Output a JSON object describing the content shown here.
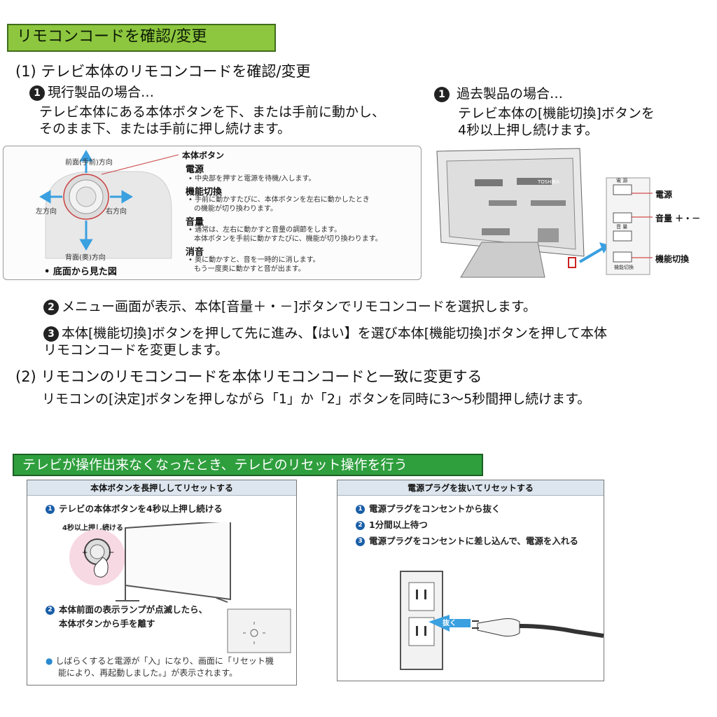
{
  "section1": {
    "header": "リモコンコードを確認/変更",
    "step1_title": "(1) テレビ本体のリモコンコードを確認/変更",
    "current": {
      "num": "1",
      "title": "現行製品の場合…",
      "line1": "テレビ本体にある本体ボタンを下、または手前に動かし、",
      "line2": "そのまま下、または手前に押し続けます。"
    },
    "past": {
      "num": "1",
      "title": "過去製品の場合…",
      "line1": "テレビ本体の[機能切換]ボタンを",
      "line2": "4秒以上押し続けます。"
    },
    "diagram_left": {
      "front": "前面(手前)方向",
      "left": "左方向",
      "right": "右方向",
      "back": "背面(奥)方向",
      "bottom_view": "• 底面から見た図",
      "main_button": "本体ボタン",
      "power_h": "電源",
      "power_d": "• 中央部を押すと電源を待機/入します。",
      "func_h": "機能切換",
      "func_d1": "• 手前に動かすたびに、本体ボタンを左右に動かしたとき",
      "func_d2": "の機能が切り換わります。",
      "vol_h": "音量",
      "vol_d1": "• 通常は、左右に動かすと音量の調節をします。",
      "vol_d2": "本体ボタンを手前に動かすたびに、機能が切り換わります。",
      "mute_h": "消音",
      "mute_d1": "• 奥に動かすと、音を一時的に消します。",
      "mute_d2": "もう一度奥に動かすと音が出ます。"
    },
    "diagram_right": {
      "brand": "TOSHIBA",
      "power": "電源",
      "volume": "音量 ＋・－",
      "func": "機能切換",
      "panel_power": "電 源",
      "panel_vol": "音 量",
      "panel_func": "機能切換"
    },
    "step2": {
      "num": "2",
      "text": "メニュー画面が表示、本体[音量＋・－]ボタンでリモコンコードを選択します。"
    },
    "step3": {
      "num": "3",
      "line1": "本体[機能切換]ボタンを押して先に進み、【はい】を選び本体[機能切換]ボタンを押して本体",
      "line2": "リモコンコードを変更します。"
    },
    "step4_title": "(2) リモコンのリモコンコードを本体リモコンコードと一致に変更する",
    "step4_text": "リモコンの[決定]ボタンを押しながら「1」か「2」ボタンを同時に3～5秒間押し続けます。"
  },
  "section2": {
    "header": "テレビが操作出来なくなったとき、テレビのリセット操作を行う",
    "left_box": {
      "title": "本体ボタンを長押ししてリセットする",
      "s1": "テレビの本体ボタンを4秒以上押し続ける",
      "hold_label": "4秒以上押し続ける",
      "s2a": "本体前面の表示ランプが点滅したら、",
      "s2b": "本体ボタンから手を離す",
      "note1": "しばらくすると電源が「入」になり、画面に「リセット機",
      "note2": "能により、再起動しました。」が表示されます。"
    },
    "right_box": {
      "title": "電源プラグを抜いてリセットする",
      "s1": "電源プラグをコンセントから抜く",
      "s2": "1分間以上待つ",
      "s3": "電源プラグをコンセントに差し込んで、電源を入れる",
      "pull_label": "抜く"
    }
  },
  "colors": {
    "header_green": "#8dc63f",
    "header_dark_green": "#2f9f3e",
    "arrow_blue": "#3aa0e0",
    "number_blue": "#1a5ea8"
  }
}
